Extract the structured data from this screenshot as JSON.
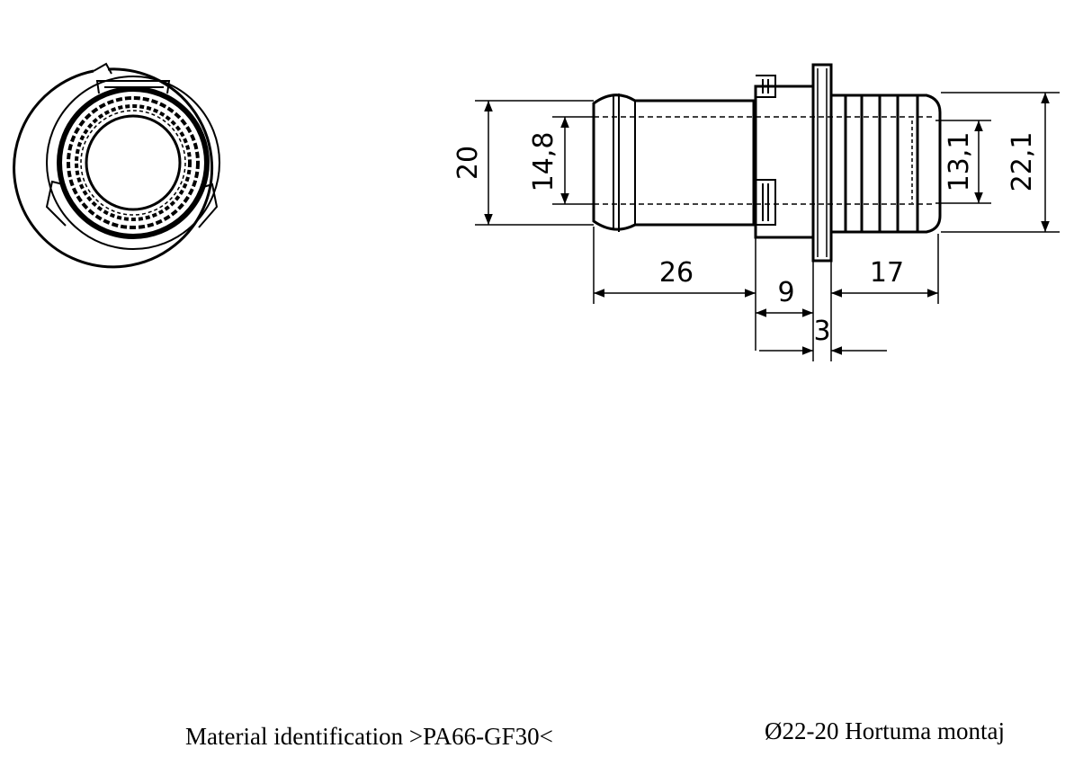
{
  "dimensions": {
    "d_outer_left": "20",
    "d_inner_left": "14,8",
    "d_inner_right": "13,1",
    "d_outer_right": "22,1",
    "len_left": "26",
    "len_middle": "9",
    "len_flange": "3",
    "len_right": "17"
  },
  "footer": {
    "material": "Material identification >PA66-GF30<",
    "title": "Ø22-20 Hortuma montaj"
  },
  "colors": {
    "line": "#000000",
    "background": "#ffffff"
  }
}
